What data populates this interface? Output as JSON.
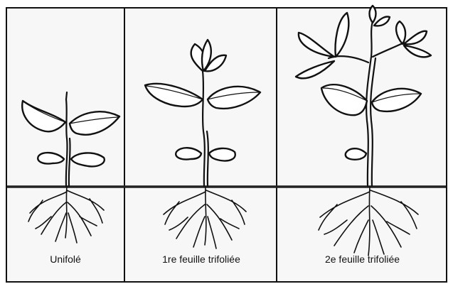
{
  "panels": [
    {
      "caption": "Unifolé"
    },
    {
      "caption": "1re feuille trifoliée"
    },
    {
      "caption": "2e feuille trifoliée"
    }
  ]
}
